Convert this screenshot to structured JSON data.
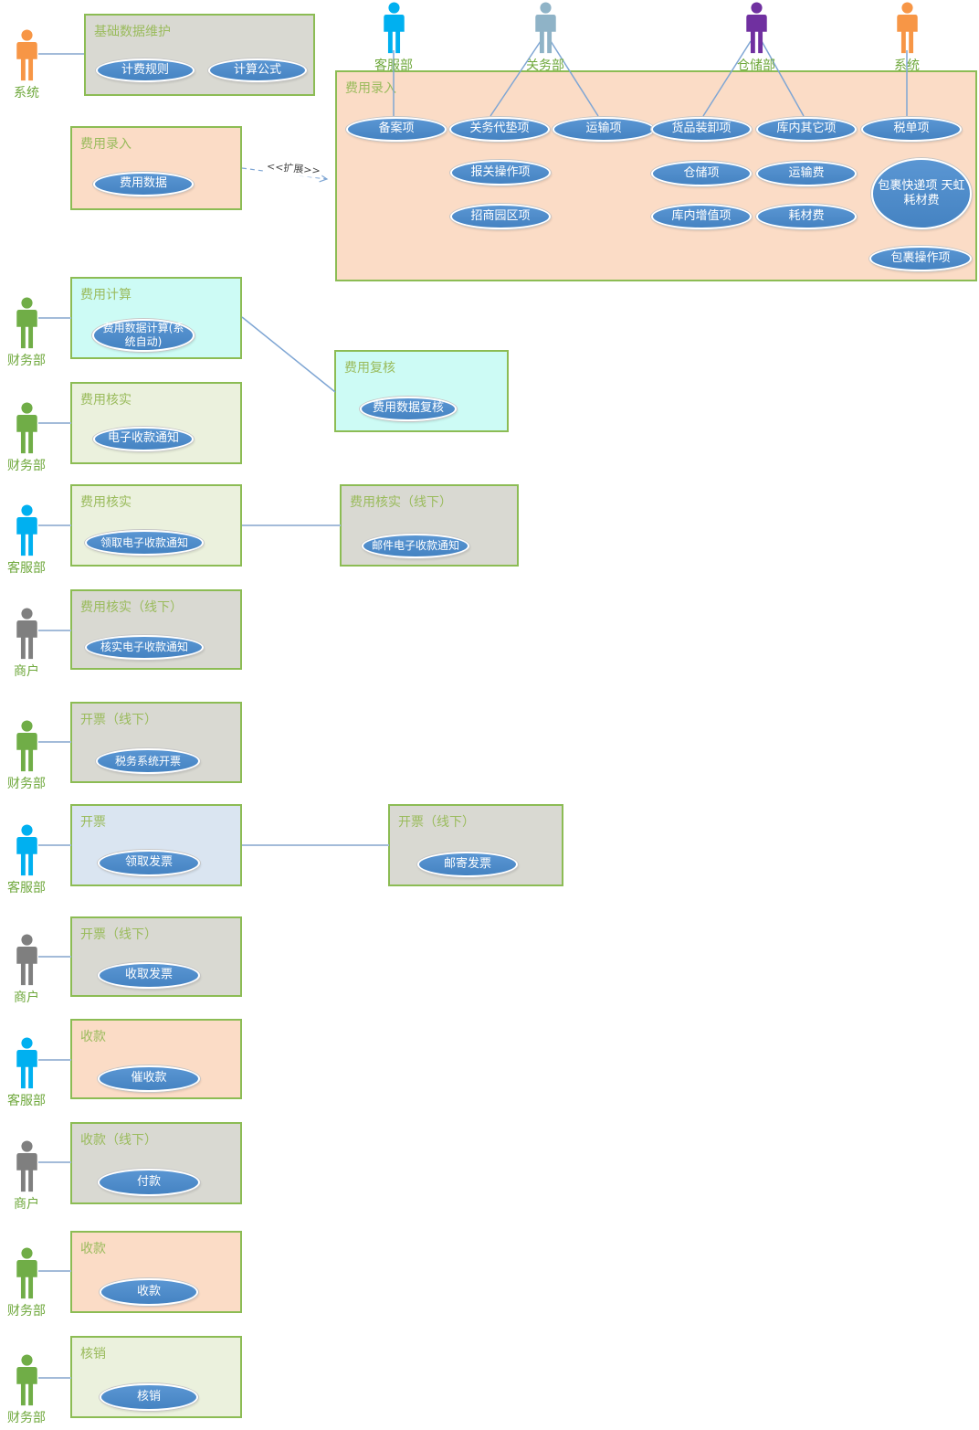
{
  "extend_label": "<<扩展>>",
  "actors": {
    "xitong": "系统",
    "kefubu": "客服部",
    "guanwubu": "关务部",
    "cangchubu": "仓储部",
    "caiwubu": "财务部",
    "shanghu": "商户"
  },
  "boxes": {
    "base_data": {
      "title": "基础数据维护",
      "usecases": [
        "计费规则",
        "计算公式"
      ]
    },
    "fee_entry_small": {
      "title": "费用录入",
      "usecases": [
        "费用数据"
      ]
    },
    "fee_entry_main": {
      "title": "费用录入",
      "usecases": [
        "备案项",
        "关务代垫项",
        "运输项",
        "货品装卸项",
        "库内其它项",
        "税单项",
        "报关操作项",
        "招商园区项",
        "仓储项",
        "运输费",
        "库内增值项",
        "耗材费",
        "包裹快递项 天虹耗材费",
        "包裹操作项"
      ]
    },
    "fee_calc": {
      "title": "费用计算",
      "usecases": [
        "费用数据计算(系统自动)"
      ]
    },
    "fee_review": {
      "title": "费用复核",
      "usecases": [
        "费用数据复核"
      ]
    },
    "fee_verify_finance": {
      "title": "费用核实",
      "usecases": [
        "电子收款通知"
      ]
    },
    "fee_verify_cs": {
      "title": "费用核实",
      "usecases": [
        "领取电子收款通知"
      ]
    },
    "fee_verify_offline_mail": {
      "title": "费用核实（线下）",
      "usecases": [
        "邮件电子收款通知"
      ]
    },
    "fee_verify_offline_merchant": {
      "title": "费用核实（线下）",
      "usecases": [
        "核实电子收款通知"
      ]
    },
    "invoice_offline_finance": {
      "title": "开票（线下）",
      "usecases": [
        "税务系统开票"
      ]
    },
    "invoice_cs": {
      "title": "开票",
      "usecases": [
        "领取发票"
      ]
    },
    "invoice_offline_mail": {
      "title": "开票（线下）",
      "usecases": [
        "邮寄发票"
      ]
    },
    "invoice_offline_merchant": {
      "title": "开票（线下）",
      "usecases": [
        "收取发票"
      ]
    },
    "collect_cs": {
      "title": "收款",
      "usecases": [
        "催收款"
      ]
    },
    "collect_offline_merchant": {
      "title": "收款（线下）",
      "usecases": [
        "付款"
      ]
    },
    "collect_finance": {
      "title": "收款",
      "usecases": [
        "收款"
      ]
    },
    "writeoff": {
      "title": "核销",
      "usecases": [
        "核销"
      ]
    }
  },
  "colors": {
    "box_border_green": "#8CBC54",
    "box_title_green": "#9ABB5C",
    "actor_label_green": "#6FA83C",
    "box_fill_gray": "#D9D9D2",
    "box_fill_peach": "#FBDCC6",
    "box_fill_light_green": "#EBF1DD",
    "box_fill_cyan": "#CDFBF5",
    "box_fill_light_blue": "#DAE5F1",
    "usecase_fill_blue": "#4E8BC6",
    "actor_orange": "#F79646",
    "actor_blue": "#00B0F0",
    "actor_steel_blue": "#8FB3C7",
    "actor_purple": "#7030A0",
    "actor_green": "#70AD47",
    "actor_gray": "#7F7F7F",
    "connector_blue": "#8FAED6"
  }
}
